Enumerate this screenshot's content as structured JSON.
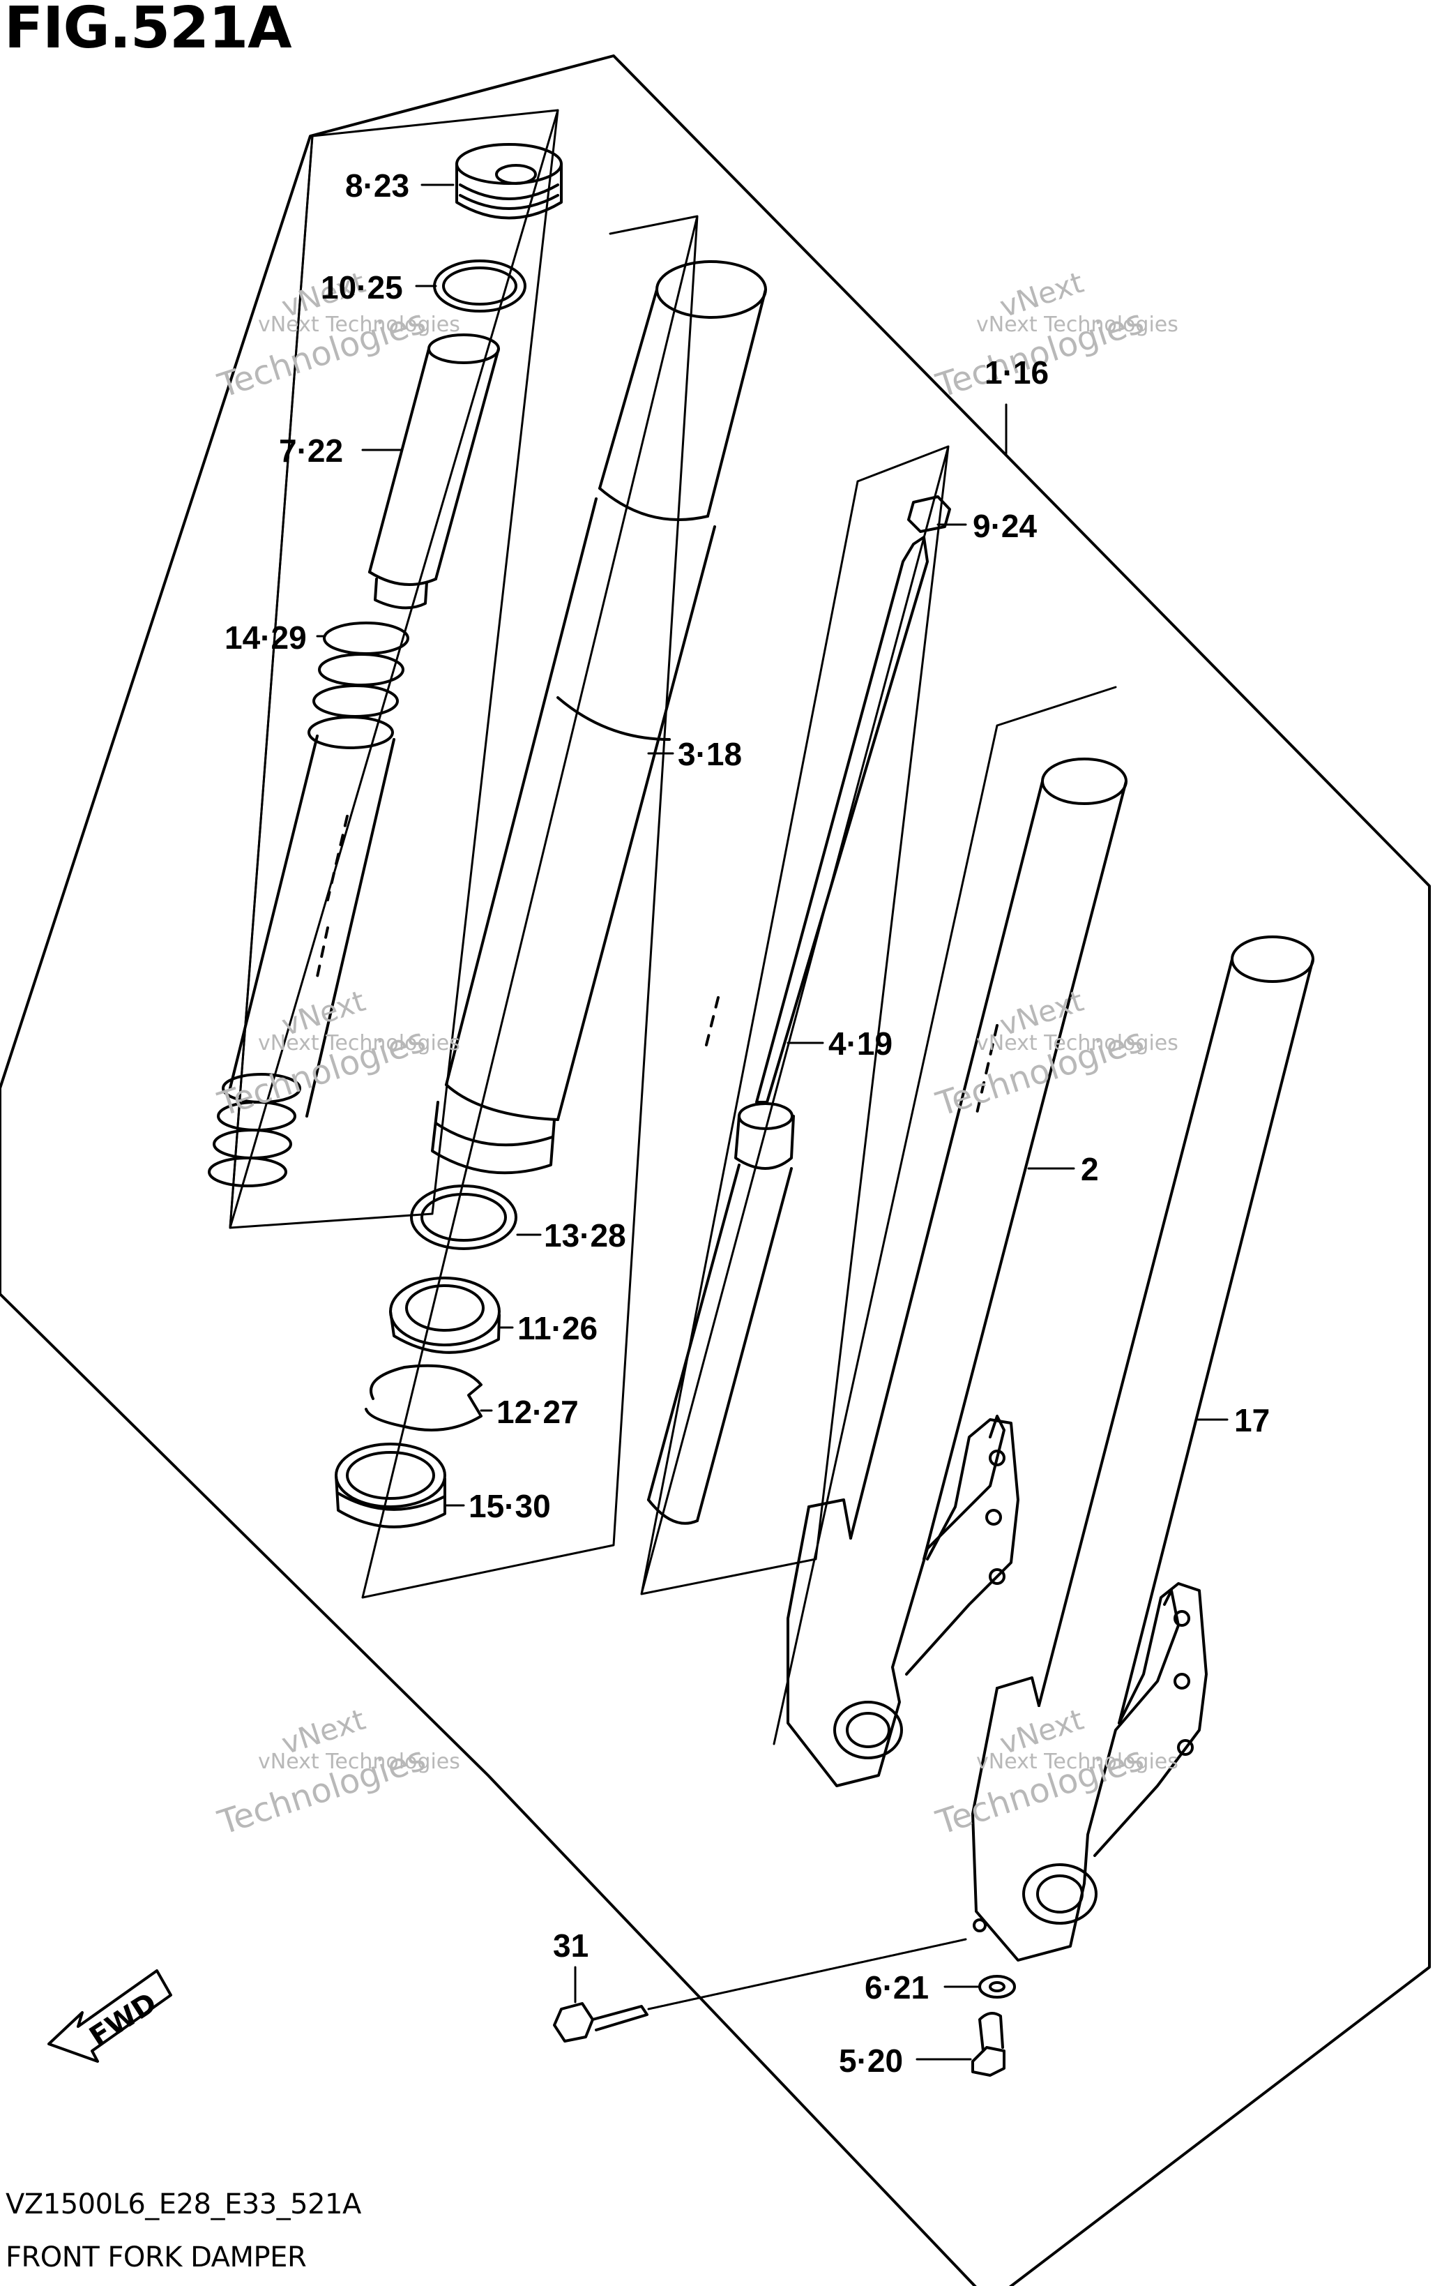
{
  "header": {
    "figure_title": "FIG.521A"
  },
  "footer": {
    "model_code": "VZ1500L6_E28_E33_521A",
    "diagram_name": "FRONT FORK DAMPER"
  },
  "watermark": {
    "line1": "vNext Technologies",
    "line2": "vNext",
    "line3": "Technologies"
  },
  "direction": {
    "label": "FWD"
  },
  "parts": [
    {
      "id": "cap-bolt",
      "label": "8·23"
    },
    {
      "id": "o-ring",
      "label": "10·25"
    },
    {
      "id": "spacer",
      "label": "7·22"
    },
    {
      "id": "spring",
      "label": "14·29"
    },
    {
      "id": "fork-assembly",
      "label": "1·16"
    },
    {
      "id": "nut",
      "label": "9·24"
    },
    {
      "id": "inner-tube",
      "label": "3·18"
    },
    {
      "id": "damper-rod",
      "label": "4·19"
    },
    {
      "id": "outer-tube-left",
      "label": "2"
    },
    {
      "id": "washer-ring",
      "label": "13·28"
    },
    {
      "id": "oil-seal",
      "label": "11·26"
    },
    {
      "id": "snap-ring",
      "label": "12·27"
    },
    {
      "id": "dust-seal",
      "label": "15·30"
    },
    {
      "id": "outer-tube-right",
      "label": "17"
    },
    {
      "id": "bolt",
      "label": "31"
    },
    {
      "id": "gasket",
      "label": "6·21"
    },
    {
      "id": "drain-bolt",
      "label": "5·20"
    }
  ]
}
